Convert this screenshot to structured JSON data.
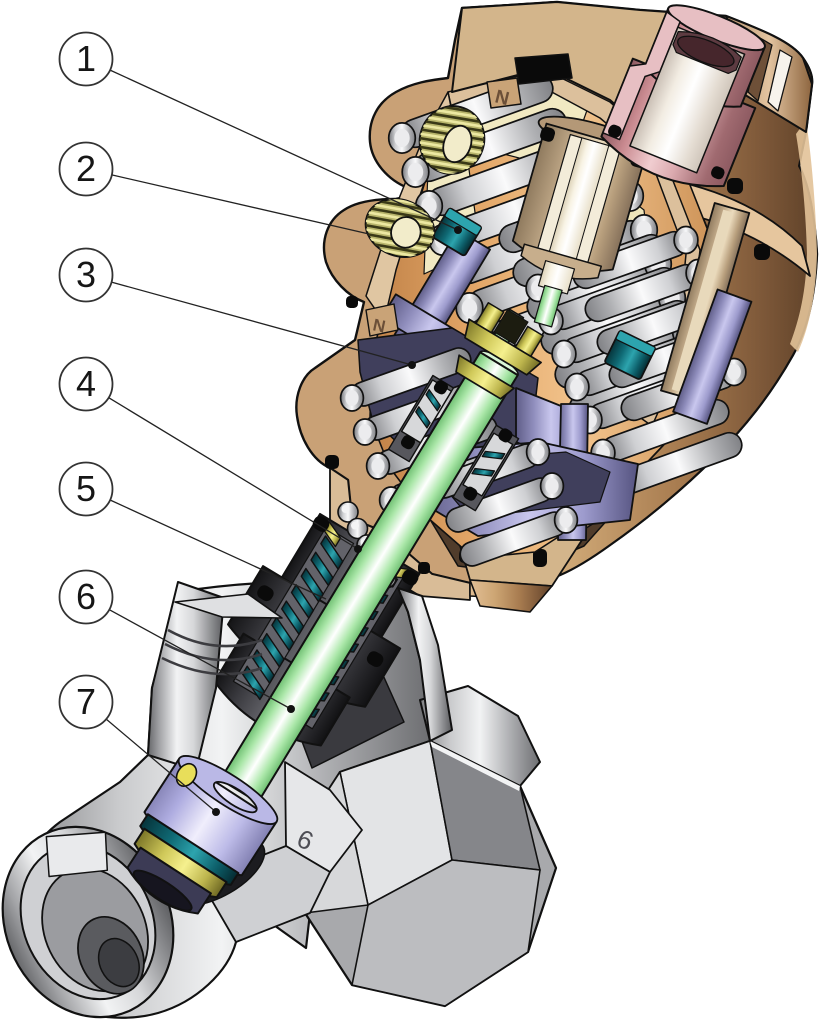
{
  "figure": {
    "type": "technical-cutaway-diagram",
    "subject": "Cross-section of a pneumatically actuated angle-seat piston valve",
    "background": "#ffffff"
  },
  "callouts": {
    "labels": [
      "1",
      "2",
      "3",
      "4",
      "5",
      "6",
      "7"
    ]
  },
  "labels": {
    "embossed_n": "N",
    "cast_digit": "6"
  },
  "palette": {
    "actuator_tan": "#c9a176",
    "cap_pink": "#dcabb0",
    "piston_lavender": "#9d9bcd",
    "stem_green": "#abe7a9",
    "seal_teal": "#0f6974",
    "washer_yellow": "#f5f08e",
    "spring_gray": "#c2c3c6",
    "body_silver": "#d6d7d9",
    "bonnet_gray": "#3a3a3f",
    "outline": "#111111"
  }
}
